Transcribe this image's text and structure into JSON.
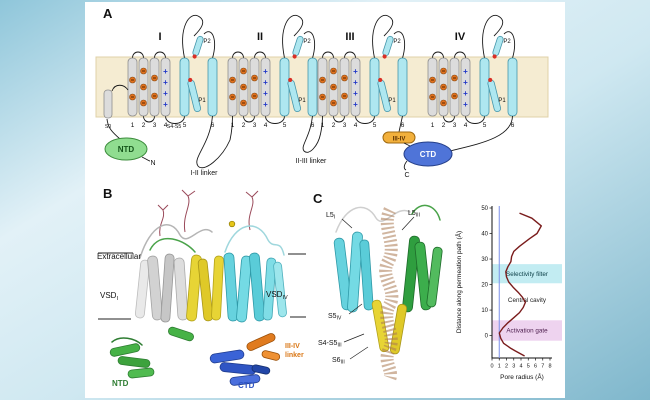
{
  "figure": {
    "panelA": {
      "label": "A",
      "domains": [
        "I",
        "II",
        "III",
        "IV"
      ],
      "segment_numbers": [
        "1",
        "2",
        "3",
        "4",
        "5",
        "6"
      ],
      "charge_plus": "+",
      "p1_label": "P1",
      "p2_label": "P2",
      "s0_label": "S0",
      "s4s5_label": "S4-S5",
      "ntd_label": "NTD",
      "ctd_label": "CTD",
      "n_terminus": "N",
      "c_terminus": "C",
      "linker_I_II": "I-II linker",
      "linker_II_III": "II-III linker",
      "linker_III_IV_box": "III-IV"
    },
    "panelB": {
      "label": "B",
      "extracellular_label": "Extracellular",
      "vsd_I": {
        "base": "VSD",
        "sub": "I"
      },
      "vsd_IV": {
        "base": "VSD",
        "sub": "IV"
      },
      "ntd_label": "NTD",
      "ctd_label": "CTD",
      "linker_III_IV_line1": "III-IV",
      "linker_III_IV_line2": "linker"
    },
    "panelC": {
      "label": "C",
      "l5_I": {
        "base": "L5",
        "sub": "I"
      },
      "l5_III": {
        "base": "L5",
        "sub": "III"
      },
      "s5_IV": {
        "base": "S5",
        "sub": "IV"
      },
      "s4s5_III": {
        "base": "S4-S5",
        "sub": "III"
      },
      "s6_III": {
        "base": "S6",
        "sub": "III"
      }
    },
    "colors": {
      "membrane": "#f5ecd2",
      "segment_gray": "#dcdcdc",
      "segment_cyan": "#aee7f0",
      "ntd_green": "#90dd90",
      "ctd_blue": "#4f74d8",
      "linker_orange": "#f2b03c",
      "negative_charge": "#e2711d",
      "positive_charge": "#2238c8"
    }
  },
  "chart_data": {
    "type": "line",
    "context": "Panel C pore radius profile along permeation path",
    "xlabel": "Pore radius (Å)",
    "ylabel": "Distance along permeation path (Å)",
    "xlim": [
      0,
      8
    ],
    "ylim": [
      -8,
      50
    ],
    "xticks": [
      0,
      1,
      2,
      3,
      4,
      5,
      6,
      7,
      8
    ],
    "yticks": [
      50,
      40,
      30,
      20,
      10,
      0
    ],
    "grid": false,
    "legend": "none",
    "reference_line": {
      "x": 1,
      "color": "#7b8fe8"
    },
    "regions": [
      {
        "label": "Selectivity filter",
        "y_range": [
          20.5,
          28
        ],
        "color": "#c2ecf2",
        "text_color": "#0b3e46"
      },
      {
        "label": "Central cavity",
        "y_range": [
          8,
          20
        ],
        "color": "none",
        "text_color": "#222222"
      },
      {
        "label": "Activation gate",
        "y_range": [
          -2,
          6
        ],
        "color": "#eed3ef",
        "text_color": "#4a1a4a"
      }
    ],
    "series": [
      {
        "name": "Pore radius profile",
        "color": "#7a1c1c",
        "points_distance_radius": [
          [
            48,
            3.8
          ],
          [
            46,
            5.5
          ],
          [
            43,
            6.8
          ],
          [
            40,
            6.2
          ],
          [
            38,
            5.2
          ],
          [
            35,
            3.8
          ],
          [
            33,
            3.0
          ],
          [
            31,
            2.7
          ],
          [
            29,
            2.6
          ],
          [
            27,
            2.2
          ],
          [
            25,
            1.9
          ],
          [
            23,
            2.0
          ],
          [
            21,
            2.3
          ],
          [
            19,
            2.9
          ],
          [
            17,
            3.6
          ],
          [
            15,
            4.2
          ],
          [
            13,
            4.6
          ],
          [
            11,
            4.3
          ],
          [
            9,
            3.8
          ],
          [
            7,
            3.0
          ],
          [
            5,
            2.2
          ],
          [
            3,
            1.5
          ],
          [
            1,
            1.0
          ],
          [
            -1,
            1.2
          ],
          [
            -3,
            1.6
          ],
          [
            -5,
            2.6
          ],
          [
            -6,
            3.2
          ],
          [
            -8,
            4.5
          ]
        ]
      }
    ]
  }
}
